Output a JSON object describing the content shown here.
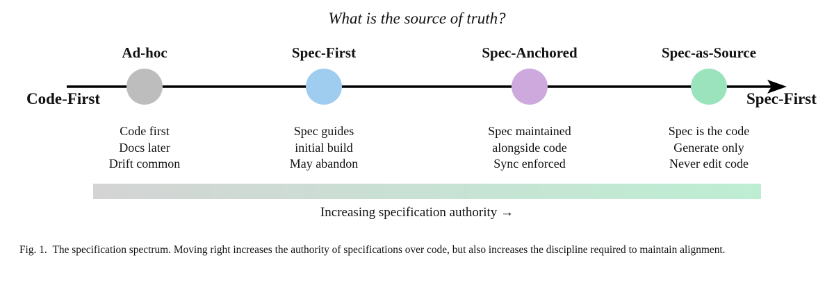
{
  "question": "What is the source of truth?",
  "endpoints": {
    "left": "Code-First",
    "right": "Spec-First"
  },
  "stages": [
    {
      "name": "Ad-hoc",
      "color": "#bdbdbd",
      "lines": [
        "Code first",
        "Docs later",
        "Drift common"
      ]
    },
    {
      "name": "Spec-First",
      "color": "#9fcdf0",
      "lines": [
        "Spec guides",
        "initial build",
        "May abandon"
      ]
    },
    {
      "name": "Spec-Anchored",
      "color": "#cda9de",
      "lines": [
        "Spec maintained",
        "alongside code",
        "Sync enforced"
      ]
    },
    {
      "name": "Spec-as-Source",
      "color": "#9be3bd",
      "lines": [
        "Spec is the code",
        "Generate only",
        "Never edit code"
      ]
    }
  ],
  "gradient": {
    "start_color": "#d4d4d4",
    "end_color": "#bdeed3"
  },
  "axis_caption": "Increasing specification authority →",
  "figure": {
    "label": "Fig. 1.",
    "caption": "The specification spectrum. Moving right increases the authority of specifications over code, but also increases the discipline required to maintain alignment."
  }
}
